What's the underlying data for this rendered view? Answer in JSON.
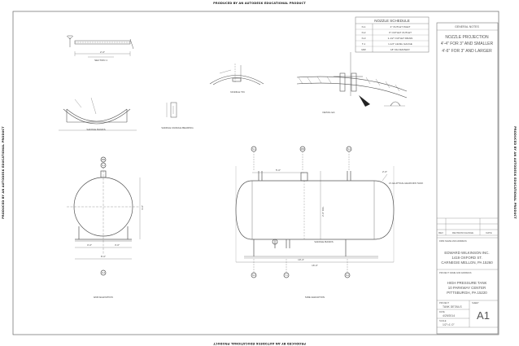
{
  "watermark": {
    "text": "PRODUCED BY AN AUTODESK EDUCATIONAL PRODUCT"
  },
  "nozzle_schedule": {
    "title": "NOZZLE SCHEDULE",
    "rows": [
      {
        "mark": "N-1",
        "desc": "4\" OUTLET INLET"
      },
      {
        "mark": "N-2",
        "desc": "3\" OUTLET OUTLET"
      },
      {
        "mark": "N-3",
        "desc": "1-1/2\" OUTLET DRAIN"
      },
      {
        "mark": "T-1",
        "desc": "1-1/2\" LEVEL GAUGE"
      },
      {
        "mark": "MW",
        "desc": "18\" DIA MANWAY"
      }
    ]
  },
  "general_notes": {
    "title": "GENERAL NOTES",
    "lines": [
      "NOZZLE PROJECTION",
      "4'-4\" FOR 3\" AND SMALLER",
      "4'-6\" FOR 3\" AND LARGER"
    ]
  },
  "revision_block": {
    "rev": "REV",
    "description": "REVISION/CHANGE",
    "date": "DATE"
  },
  "firm": {
    "label": "FIRM NAME AND ADDRESS",
    "lines": [
      "EDWARD WILKINSON INC.",
      "1419 OXFORD ST.",
      "CARNEGIE MELLON, PA 15260"
    ]
  },
  "project": {
    "label": "PROJECT NAME AND ADDRESS",
    "lines": [
      "HIGH PRESSURE TANK",
      "10 PARKWAY CENTER",
      "PITTSBURGH, PA 15220"
    ]
  },
  "title_block": {
    "drawn_label": "PROJECT",
    "drawn_value": "TANK DETAILS",
    "date_label": "DATE",
    "date_value": "4/29/2014",
    "scale_label": "SCALE",
    "scale_value": "1/2\"=1'-0\"",
    "sheet_label": "SHEET",
    "sheet_value": "A1"
  },
  "views": {
    "section_1": "SECTION 1",
    "nozzle_tin": "NOZZLE TIN",
    "saddle_bands": "SADDLE BANDS",
    "saddle_cradle": "SADDLE CRADLE BEARING",
    "detail_ea": "DETAIL EA",
    "end_elevation": "END ELEVATION",
    "side_elevation": "SIDE ELEVATION"
  },
  "dimensions": {
    "d_2_0": "2'-0\"",
    "d_4_0": "4'-0\"",
    "d_8_0": "8'-0\"",
    "d_5_0": "5'-0\"",
    "d_10_4": "10'-4\"",
    "d_3_0": "3'-0\"",
    "d_16_0": "16'-0\"",
    "d_shell": "2'-0\" DIA.",
    "saddle_note": "SADDLE BANDS",
    "ellip_note": "2:1 ELLIPTICAL HEADS MIN THICK"
  },
  "markers": {
    "n1": "N-1",
    "n2": "N-2",
    "n3": "N-3",
    "mw": "MW",
    "t1": "T-1"
  }
}
